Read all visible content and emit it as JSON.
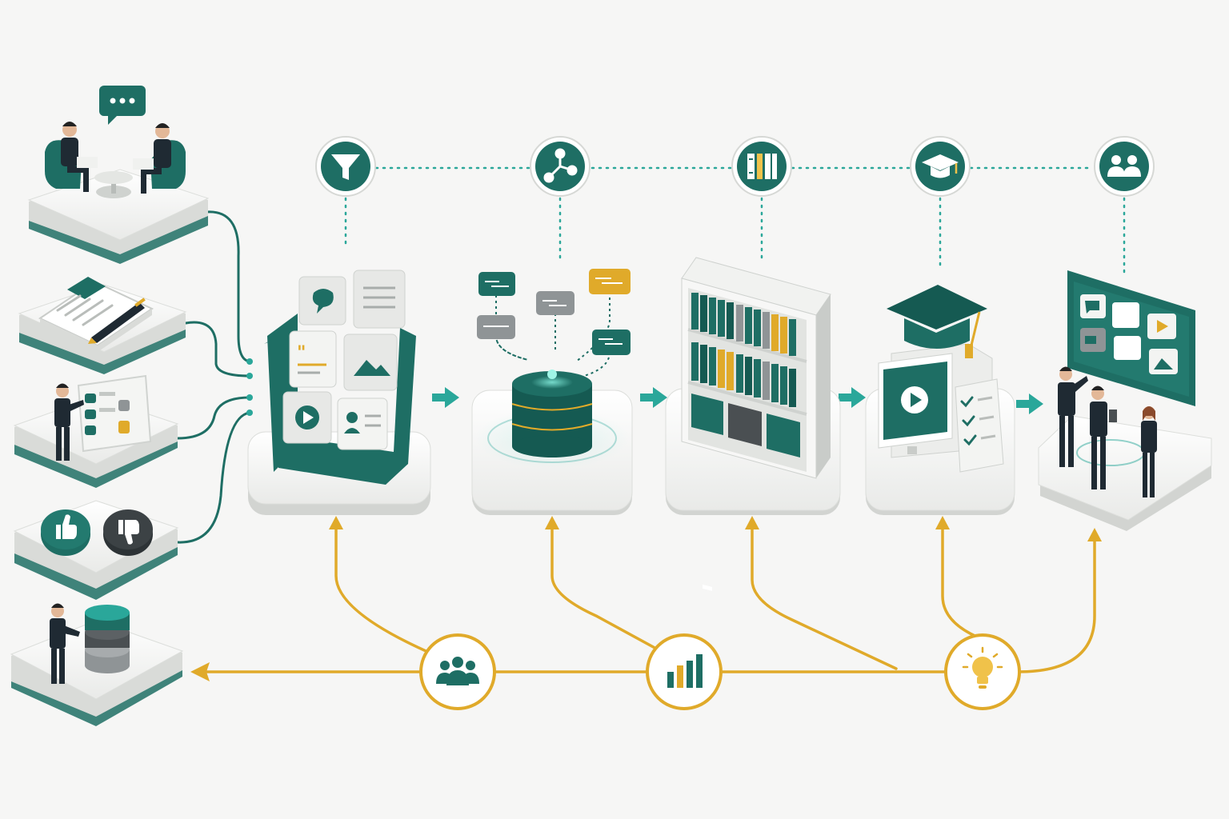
{
  "colors": {
    "teal": "#1e6e64",
    "teal_dark": "#155a52",
    "teal_light": "#2aa79a",
    "gold": "#e0aa2a",
    "gold_light": "#f0c24a",
    "gray": "#8f9496",
    "gray_dark": "#4a4f52",
    "platform": "#ecedeb",
    "platform_side": "#d9dbd8",
    "background": "#f6f6f5"
  },
  "sources": [
    {
      "key": "interview",
      "icon": "two-people-meeting-icon"
    },
    {
      "key": "documents",
      "icon": "notebook-pen-icon"
    },
    {
      "key": "touch-panel",
      "icon": "person-at-control-panel-icon"
    },
    {
      "key": "feedback",
      "icon": "thumbs-up-down-icon"
    },
    {
      "key": "data-storage",
      "icon": "person-database-icon"
    }
  ],
  "stages": [
    {
      "key": "capture",
      "badge_icon": "funnel-icon",
      "illustration": "content-card-tray"
    },
    {
      "key": "store",
      "badge_icon": "network-nodes-icon",
      "illustration": "glowing-database"
    },
    {
      "key": "organize",
      "badge_icon": "books-icon",
      "illustration": "bookshelf-cabinet"
    },
    {
      "key": "learn",
      "badge_icon": "graduation-cap-icon",
      "illustration": "training-monitor"
    },
    {
      "key": "share",
      "badge_icon": "group-icon",
      "illustration": "team-at-display-board"
    }
  ],
  "feedback_nodes": [
    {
      "key": "team",
      "icon": "people-group-icon"
    },
    {
      "key": "analytics",
      "icon": "bar-chart-icon"
    },
    {
      "key": "insight",
      "icon": "lightbulb-icon"
    }
  ]
}
